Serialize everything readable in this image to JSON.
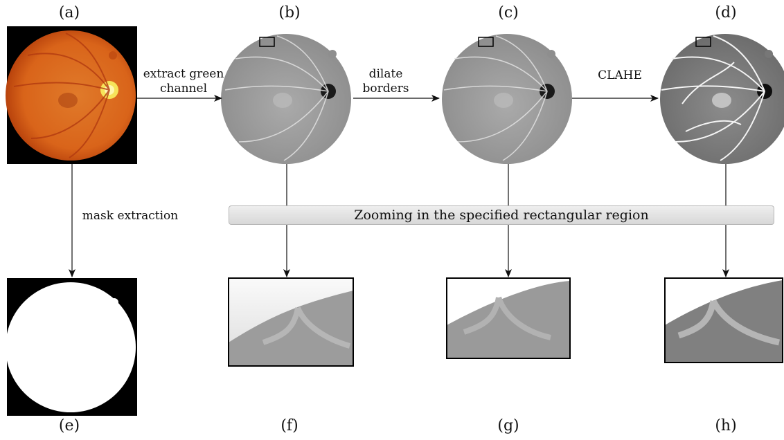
{
  "panel_labels": {
    "a": "(a)",
    "b": "(b)",
    "c": "(c)",
    "d": "(d)",
    "e": "(e)",
    "f": "(f)",
    "g": "(g)",
    "h": "(h)"
  },
  "steps": {
    "extract_line1": "extract green",
    "extract_line2": "channel",
    "dilate_line1": "dilate",
    "dilate_line2": "borders",
    "clahe": "CLAHE",
    "mask": "mask extraction"
  },
  "banner": "Zooming in the specified rectangular region",
  "colors": {
    "fundus_orange": "#d9641a",
    "fundus_dark": "#b8420c",
    "optic_disc": "#f6e35a",
    "gray_fundus": "#9a9a9a",
    "clahe_fundus": "#7a7a7a"
  }
}
